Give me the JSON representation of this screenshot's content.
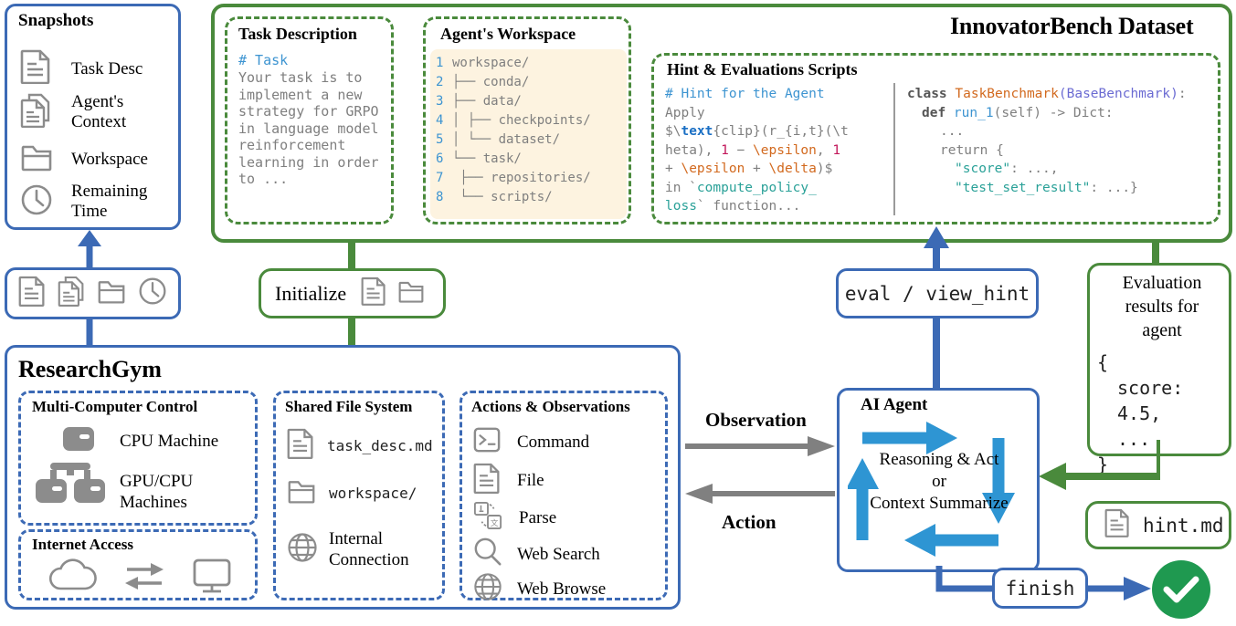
{
  "snapshots": {
    "title": "Snapshots",
    "items": [
      {
        "icon": "document-icon",
        "label": "Task Desc"
      },
      {
        "icon": "documents-stack-icon",
        "label": "Agent's Context"
      },
      {
        "icon": "folder-icon",
        "label": "Workspace"
      },
      {
        "icon": "clock-icon",
        "label": "Remaining Time"
      }
    ]
  },
  "snapshot_bar": {
    "icons": [
      "document-icon",
      "documents-stack-icon",
      "folder-icon",
      "clock-icon"
    ]
  },
  "dataset": {
    "title": "InnovatorBench Dataset",
    "task_description": {
      "title": "Task Description",
      "code_header": "# Task",
      "code_body": "Your task is to implement a new strategy for GRPO in language model reinforcement learning in order to ..."
    },
    "agent_workspace": {
      "title": "Agent's Workspace",
      "lines": [
        {
          "n": "1",
          "text": "workspace/"
        },
        {
          "n": "2",
          "text": "├── conda/"
        },
        {
          "n": "3",
          "text": "├── data/"
        },
        {
          "n": "4",
          "text": "│      ├── checkpoints/"
        },
        {
          "n": "5",
          "text": "│      └── dataset/"
        },
        {
          "n": "6",
          "text": "└── task/"
        },
        {
          "n": "7",
          "text": "       ├── repositories/"
        },
        {
          "n": "8",
          "text": "       └── scripts/"
        }
      ]
    },
    "hint_scripts": {
      "title": "Hint & Evaluations Scripts",
      "hint_header": "# Hint for the Agent",
      "hint_l1": "Apply",
      "hint_l2_a": "$\\",
      "hint_l2_b": "text",
      "hint_l2_c": "{clip}(r_{i,t}(\\t",
      "hint_l3_a": "heta), ",
      "hint_l3_b": "1",
      "hint_l3_c": " − ",
      "hint_l3_d": "\\epsilon",
      "hint_l3_e": ", ",
      "hint_l3_f": "1",
      "hint_l4_a": "+ ",
      "hint_l4_b": "\\epsilon",
      "hint_l4_c": " + ",
      "hint_l4_d": "\\delta",
      "hint_l4_e": ")$",
      "hint_l5_a": "in `",
      "hint_l5_b": "compute_policy_",
      "hint_l6_a": "loss",
      "hint_l6_b": "` function...",
      "code_l1_kw": "class",
      "code_l1_cls": " TaskBenchmark",
      "code_l1_base": "(BaseBenchmark)",
      "code_l1_end": ":",
      "code_l2_kw": "def",
      "code_l2_fn": " run_1",
      "code_l2_rest": "(self) -> Dict:",
      "code_l3": "...",
      "code_l4": "return {",
      "code_l5_str": "\"score\"",
      "code_l5_rest": ": ...,",
      "code_l6_str": "\"test_set_result\"",
      "code_l6_rest": ": ...}"
    }
  },
  "initialize_node": {
    "label": "Initialize",
    "icons": [
      "document-icon",
      "folder-icon"
    ]
  },
  "eval_node": {
    "label": "eval / view_hint"
  },
  "finish_node": {
    "label": "finish"
  },
  "hint_file_node": {
    "label": "hint.md",
    "icon": "document-icon"
  },
  "eval_results": {
    "title_l1": "Evaluation",
    "title_l2": "results for",
    "title_l3": "agent",
    "code_l1": "{",
    "code_l2": "score: 4.5,",
    "code_l3": "...",
    "code_l4": "}"
  },
  "research_gym": {
    "title": "ResearchGym",
    "multi_computer": {
      "title": "Multi-Computer Control",
      "items": [
        {
          "icon": "server-icon",
          "label": "CPU Machine"
        },
        {
          "icon": "cluster-icon",
          "label": "GPU/CPU Machines"
        }
      ]
    },
    "internet_access": {
      "title": "Internet Access",
      "icons": [
        "cloud-icon",
        "exchange-arrows-icon",
        "monitor-icon"
      ]
    },
    "shared_fs": {
      "title": "Shared File System",
      "items": [
        {
          "icon": "document-icon",
          "label": "task_desc.md",
          "mono": true
        },
        {
          "icon": "folder-icon",
          "label": "workspace/",
          "mono": true
        },
        {
          "icon": "globe-icon",
          "label": "Internal Connection",
          "mono": false
        }
      ]
    },
    "actions": {
      "title": "Actions & Observations",
      "items": [
        {
          "icon": "terminal-icon",
          "label": "Command"
        },
        {
          "icon": "document-icon",
          "label": "File"
        },
        {
          "icon": "parse-icon",
          "label": "Parse"
        },
        {
          "icon": "magnifier-icon",
          "label": "Web Search"
        },
        {
          "icon": "globe-icon",
          "label": "Web Browse"
        }
      ]
    }
  },
  "agent": {
    "title": "AI Agent",
    "loop_l1": "Reasoning & Act",
    "loop_l2": "or",
    "loop_l3": "Context Summarize"
  },
  "flow_labels": {
    "observation": "Observation",
    "action": "Action"
  },
  "success": {
    "icon": "check-circle-icon"
  },
  "colors": {
    "blue": "#3c6ab5",
    "green": "#4a8a3c",
    "grey": "#808080",
    "agent_blue": "#2e95d3",
    "success_green": "#1f9950",
    "code_bg": "#fdf3e0"
  }
}
